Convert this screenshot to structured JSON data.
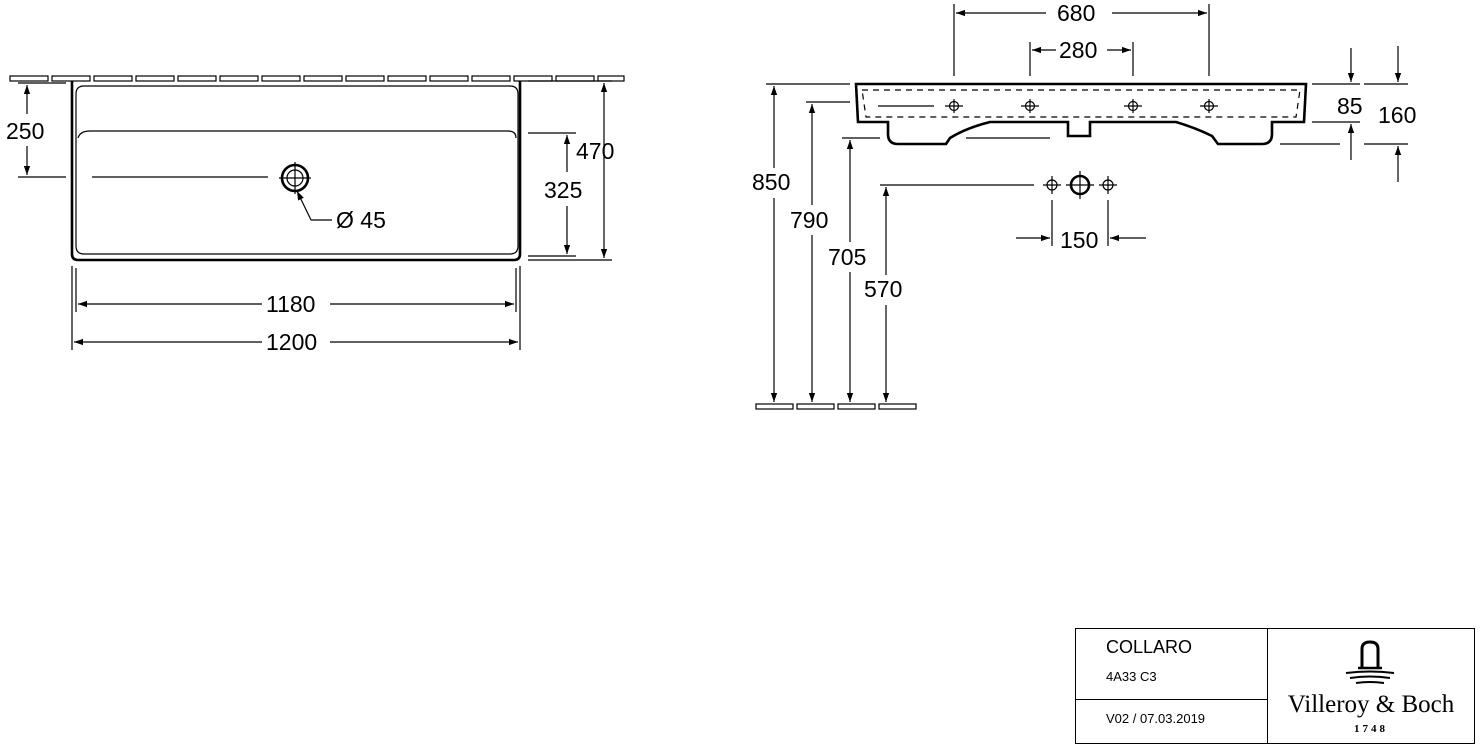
{
  "top_view": {
    "width_overall": "1200",
    "width_inner": "1180",
    "depth_overall": "470",
    "depth_bowl": "325",
    "tap_hole_offset": "250",
    "tap_hole_diameter": "Ø 45"
  },
  "side_view": {
    "tap_spacing_outer": "680",
    "tap_spacing_inner": "280",
    "rim_thickness": "85",
    "total_height": "160",
    "waste_spacing": "150",
    "height_850": "850",
    "height_790": "790",
    "height_705": "705",
    "height_570": "570"
  },
  "title_block": {
    "product_name": "COLLARO",
    "article_code": "4A33 C3",
    "version": "V02 / 07.03.2019",
    "brand": "Villeroy & Boch",
    "brand_year": "1748",
    "icon": "vb-fountain-logo"
  }
}
